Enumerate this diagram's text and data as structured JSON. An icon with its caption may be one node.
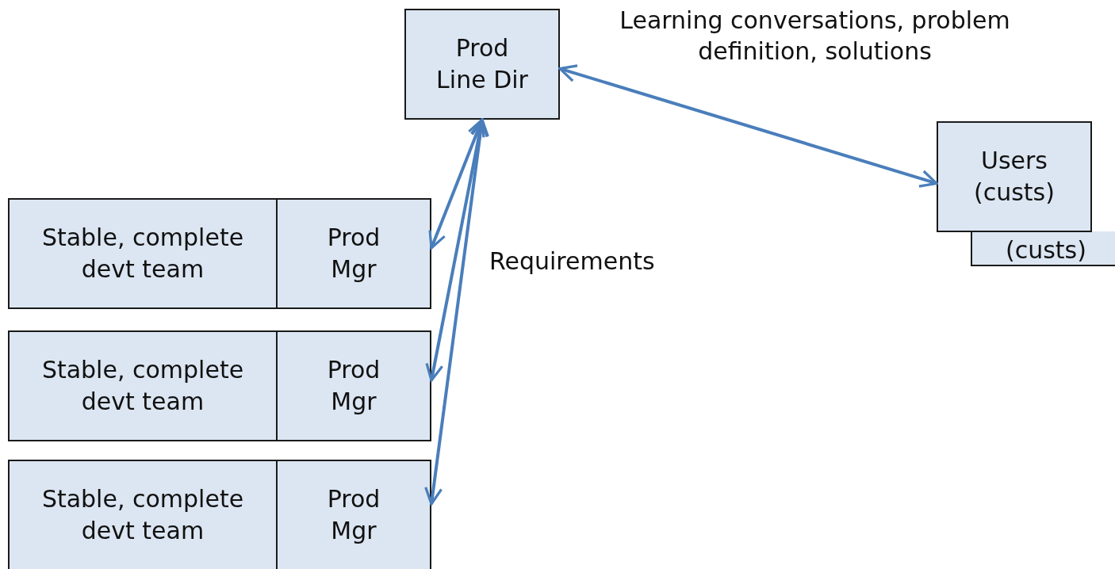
{
  "diagram": {
    "nodes": [
      {
        "text": [
          "Prod Line Dir"
        ]
      },
      {
        "text": [
          "Users (custs)"
        ]
      },
      {
        "text": [
          "(custs)"
        ]
      },
      {
        "text": [
          "Stable, complete devt team"
        ]
      },
      {
        "text": [
          "Prod Mgr"
        ]
      },
      {
        "text": [
          "Stable, complete devt team"
        ]
      },
      {
        "text": [
          "Prod Mgr"
        ]
      },
      {
        "text": [
          "Stable, complete devt team"
        ]
      },
      {
        "text": [
          "Prod Mgr"
        ]
      }
    ],
    "edges": [
      {
        "from": 0,
        "to": 1,
        "arrow": "both",
        "label": "Learning conversations, problem definition, solutions"
      },
      {
        "from": 0,
        "to": 4,
        "arrow": "both"
      },
      {
        "from": 0,
        "to": 6,
        "arrow": "both"
      },
      {
        "from": 0,
        "to": 8,
        "arrow": "both"
      }
    ],
    "labels": [
      "Requirements"
    ]
  }
}
